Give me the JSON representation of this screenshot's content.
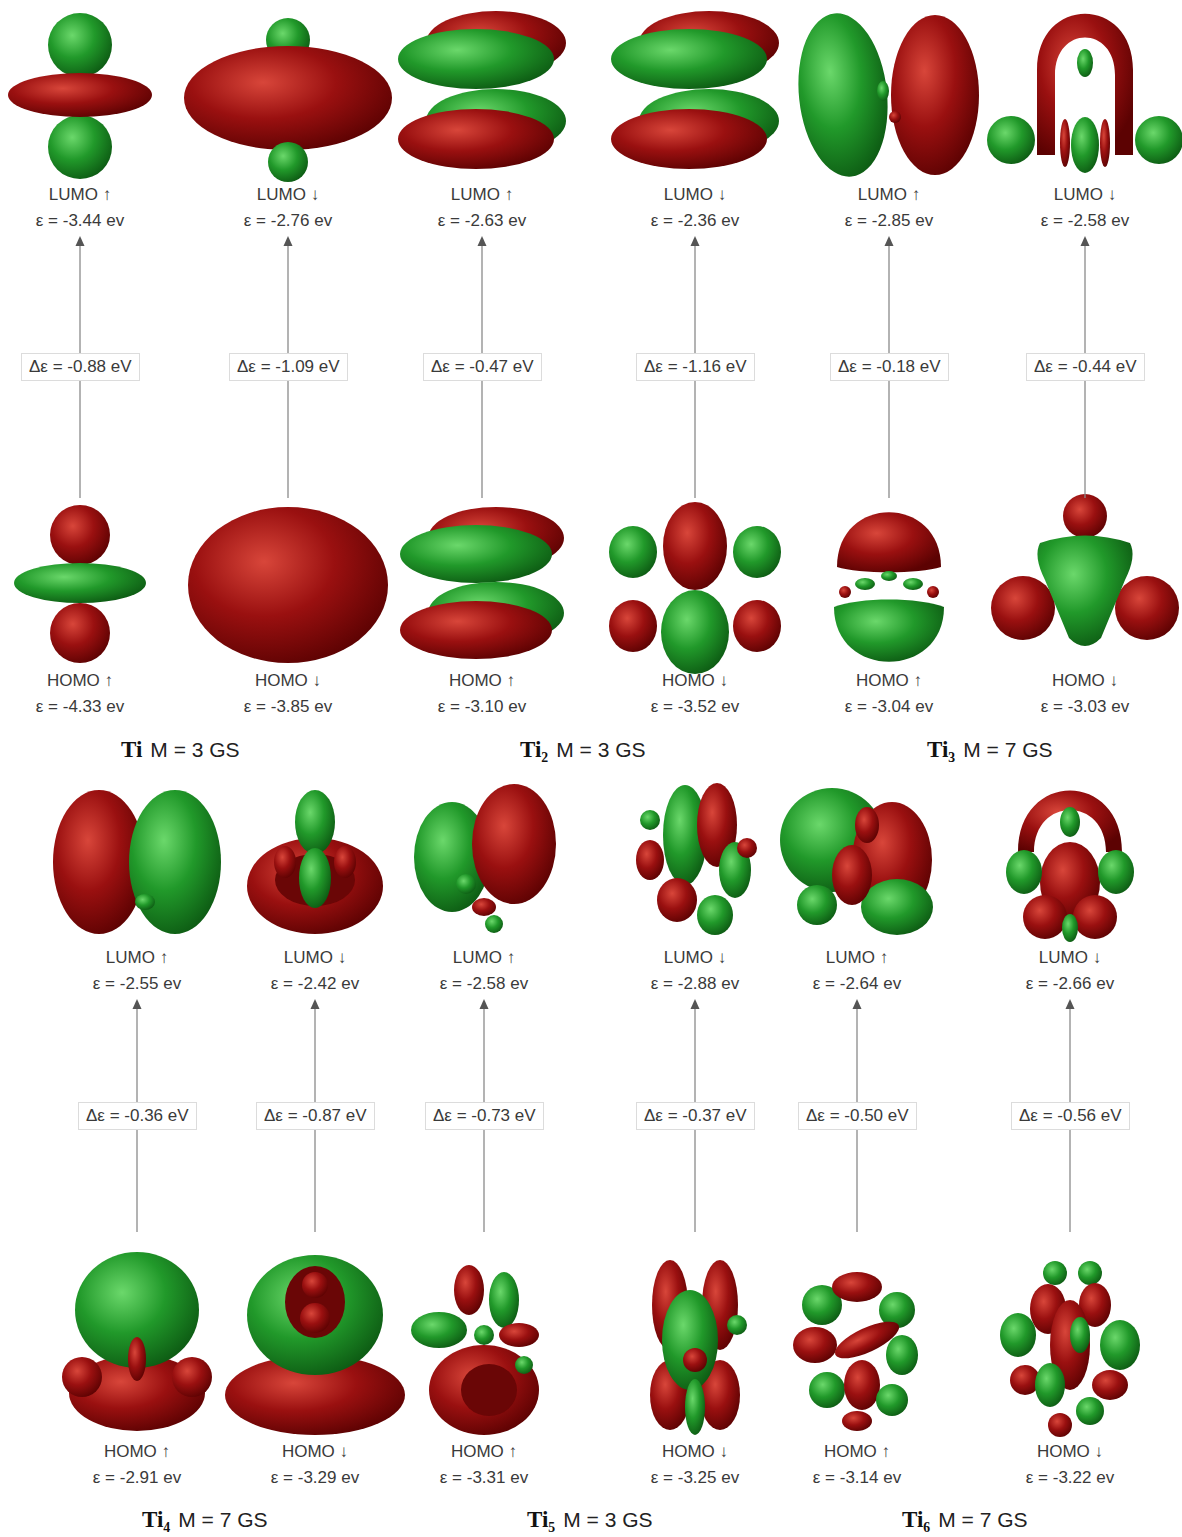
{
  "diagram": {
    "nodes": [
      {
        "text": [
          "LUMO ↑",
          "ε = -3.44 ev"
        ]
      },
      {
        "text": [
          "LUMO ↓",
          "ε = -2.76 ev"
        ]
      },
      {
        "text": [
          "LUMO ↑",
          "ε = -2.63 ev"
        ]
      },
      {
        "text": [
          "LUMO ↓",
          "ε = -2.36 ev"
        ]
      },
      {
        "text": [
          "LUMO ↑",
          "ε = -2.85 ev"
        ]
      },
      {
        "text": [
          "LUMO ↓",
          "ε = -2.58 ev"
        ]
      },
      {
        "text": [
          "HOMO ↑",
          "ε = -4.33 ev"
        ]
      },
      {
        "text": [
          "HOMO ↓",
          "ε = -3.85 ev"
        ]
      },
      {
        "text": [
          "HOMO ↑",
          "ε = -3.10 ev"
        ]
      },
      {
        "text": [
          "HOMO ↓",
          "ε = -3.52 ev"
        ]
      },
      {
        "text": [
          "HOMO ↑",
          "ε = -3.04 ev"
        ]
      },
      {
        "text": [
          "HOMO ↓",
          "ε = -3.03 ev"
        ]
      },
      {
        "text": [
          "LUMO ↑",
          "ε = -2.55 ev"
        ]
      },
      {
        "text": [
          "LUMO ↓",
          "ε = -2.42 ev"
        ]
      },
      {
        "text": [
          "LUMO ↑",
          "ε = -2.58 ev"
        ]
      },
      {
        "text": [
          "LUMO ↓",
          "ε = -2.88 ev"
        ]
      },
      {
        "text": [
          "LUMO ↑",
          "ε = -2.64 ev"
        ]
      },
      {
        "text": [
          "LUMO ↓",
          "ε = -2.66 ev"
        ]
      },
      {
        "text": [
          "HOMO ↑",
          "ε = -2.91 ev"
        ]
      },
      {
        "text": [
          "HOMO ↓",
          "ε = -3.29 ev"
        ]
      },
      {
        "text": [
          "HOMO ↑",
          "ε = -3.31 ev"
        ]
      },
      {
        "text": [
          "HOMO ↓",
          "ε = -3.25 ev"
        ]
      },
      {
        "text": [
          "HOMO ↑",
          "ε = -3.14 ev"
        ]
      },
      {
        "text": [
          "HOMO ↓",
          "ε = -3.22 ev"
        ]
      }
    ],
    "edges": [
      {
        "from": 6,
        "to": 0,
        "arrow": "to",
        "label": "Δε = -0.88 eV"
      },
      {
        "from": 7,
        "to": 1,
        "arrow": "to",
        "label": "Δε = -1.09 eV"
      },
      {
        "from": 8,
        "to": 2,
        "arrow": "to",
        "label": "Δε = -0.47 eV"
      },
      {
        "from": 9,
        "to": 3,
        "arrow": "to",
        "label": "Δε = -1.16 eV"
      },
      {
        "from": 10,
        "to": 4,
        "arrow": "to",
        "label": "Δε = -0.18 eV"
      },
      {
        "from": 11,
        "to": 5,
        "arrow": "to",
        "label": "Δε = -0.44 eV"
      },
      {
        "from": 18,
        "to": 12,
        "arrow": "to",
        "label": "Δε = -0.36 eV"
      },
      {
        "from": 19,
        "to": 13,
        "arrow": "to",
        "label": "Δε = -0.87 eV"
      },
      {
        "from": 20,
        "to": 14,
        "arrow": "to",
        "label": "Δε = -0.73 eV"
      },
      {
        "from": 21,
        "to": 15,
        "arrow": "to",
        "label": "Δε = -0.37 eV"
      },
      {
        "from": 22,
        "to": 16,
        "arrow": "to",
        "label": "Δε = -0.50 eV"
      },
      {
        "from": 23,
        "to": 17,
        "arrow": "to",
        "label": "Δε = -0.56 eV"
      }
    ],
    "labels": [
      "Ti",
      "M = 3 GS",
      "Ti₂",
      "M = 3 GS",
      "Ti₃",
      "M = 7 GS",
      "Ti₄",
      "M = 7 GS",
      "Ti₅",
      "M = 3 GS",
      "Ti₆",
      "M = 7 GS"
    ]
  }
}
